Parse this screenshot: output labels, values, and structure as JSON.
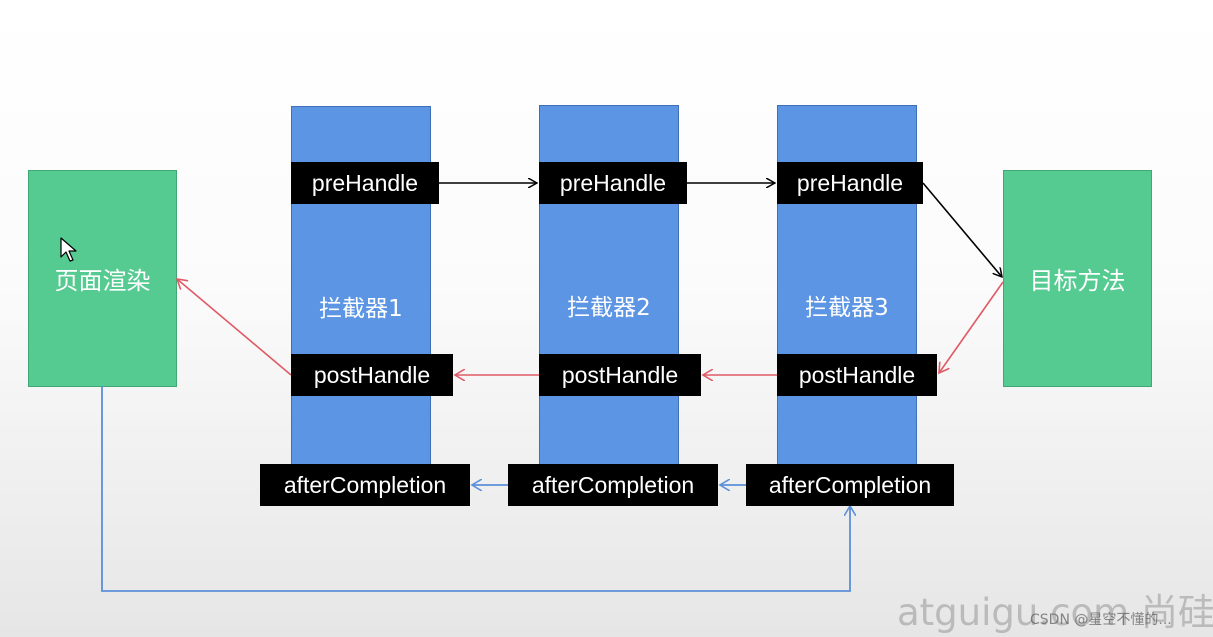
{
  "nodes": {
    "page_render": "页面渲染",
    "target_method": "目标方法"
  },
  "interceptors": [
    {
      "label": "拦截器1",
      "pre": "preHandle",
      "post": "postHandle",
      "after": "afterCompletion"
    },
    {
      "label": "拦截器2",
      "pre": "preHandle",
      "post": "postHandle",
      "after": "afterCompletion"
    },
    {
      "label": "拦截器3",
      "pre": "preHandle",
      "post": "postHandle",
      "after": "afterCompletion"
    }
  ],
  "watermark": "atguigu.com 尚硅谷",
  "credit": "CSDN @星空不懂的...",
  "colors": {
    "green": "#55ca91",
    "blue_column": "#5b95e3",
    "pre_arrow": "#000000",
    "post_arrow": "#e05a66",
    "after_arrow": "#5b8fd8"
  }
}
